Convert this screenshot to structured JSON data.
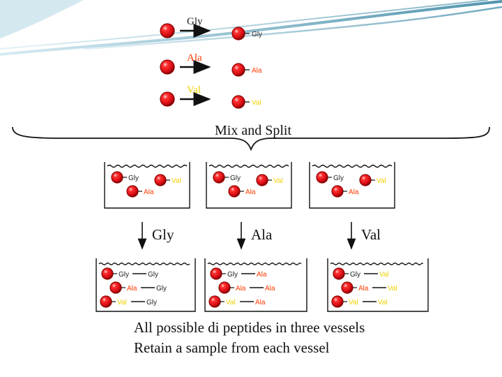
{
  "colors": {
    "ball_fill": "#e8141c",
    "ball_dark": "#8a0000",
    "amino_gly": "#222222",
    "amino_ala": "#ff3b00",
    "amino_val": "#f0d000",
    "line": "#111111",
    "swoosh": "#5f9fb7"
  },
  "step1": {
    "rows": [
      {
        "label": "Gly",
        "label_color": "#222222",
        "product_label": "Gly"
      },
      {
        "label": "Ala",
        "label_color": "#ff3b00",
        "product_label": "Ala"
      },
      {
        "label": "Val",
        "label_color": "#f0d000",
        "product_label": "Val"
      }
    ]
  },
  "mix_split": {
    "label": "Mix and Split"
  },
  "vessels1": [
    {
      "items": [
        "Gly",
        "Val",
        "Ala"
      ]
    },
    {
      "items": [
        "Gly",
        "Val",
        "Ala"
      ]
    },
    {
      "items": [
        "Gly",
        "Val",
        "Ala"
      ]
    }
  ],
  "couplings": [
    {
      "label": "Gly"
    },
    {
      "label": "Ala"
    },
    {
      "label": "Val"
    }
  ],
  "vessels2": [
    {
      "rows": [
        {
          "first": "Gly",
          "second": "Gly"
        },
        {
          "first": "Ala",
          "second": "Gly"
        },
        {
          "first": "Val",
          "second": "Gly"
        }
      ]
    },
    {
      "rows": [
        {
          "first": "Gly",
          "second": "Ala"
        },
        {
          "first": "Ala",
          "second": "Ala"
        },
        {
          "first": "Val",
          "second": "Ala"
        }
      ]
    },
    {
      "rows": [
        {
          "first": "Gly",
          "second": "Val"
        },
        {
          "first": "Ala",
          "second": "Val"
        },
        {
          "first": "Val",
          "second": "Val"
        }
      ]
    }
  ],
  "captions": {
    "line1": "All possible di peptides in three vessels",
    "line2": "Retain a sample from each vessel"
  }
}
